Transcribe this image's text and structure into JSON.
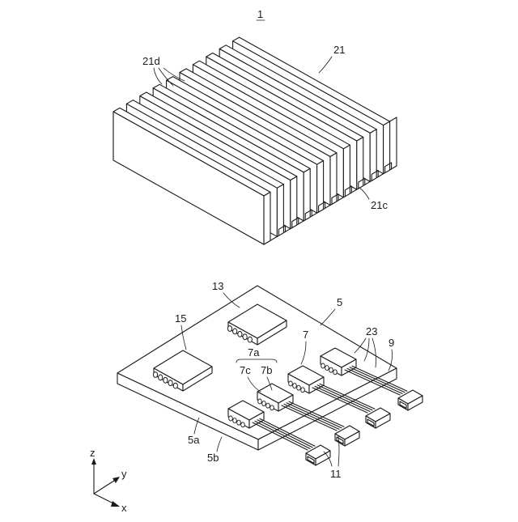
{
  "figure": {
    "number": "1",
    "labels": {
      "heatsink": "21",
      "fin_gap": "21d",
      "groove": "21c",
      "chip_top": "13",
      "chip_left": "15",
      "board": "5",
      "bracket_top": "23",
      "cable": "9",
      "module": "7",
      "module_group": "7a",
      "part_7c": "7c",
      "part_7b": "7b",
      "surface_a": "5a",
      "surface_b": "5b",
      "connector": "11"
    },
    "axes": {
      "z": "z",
      "y": "y",
      "x": "x"
    }
  }
}
